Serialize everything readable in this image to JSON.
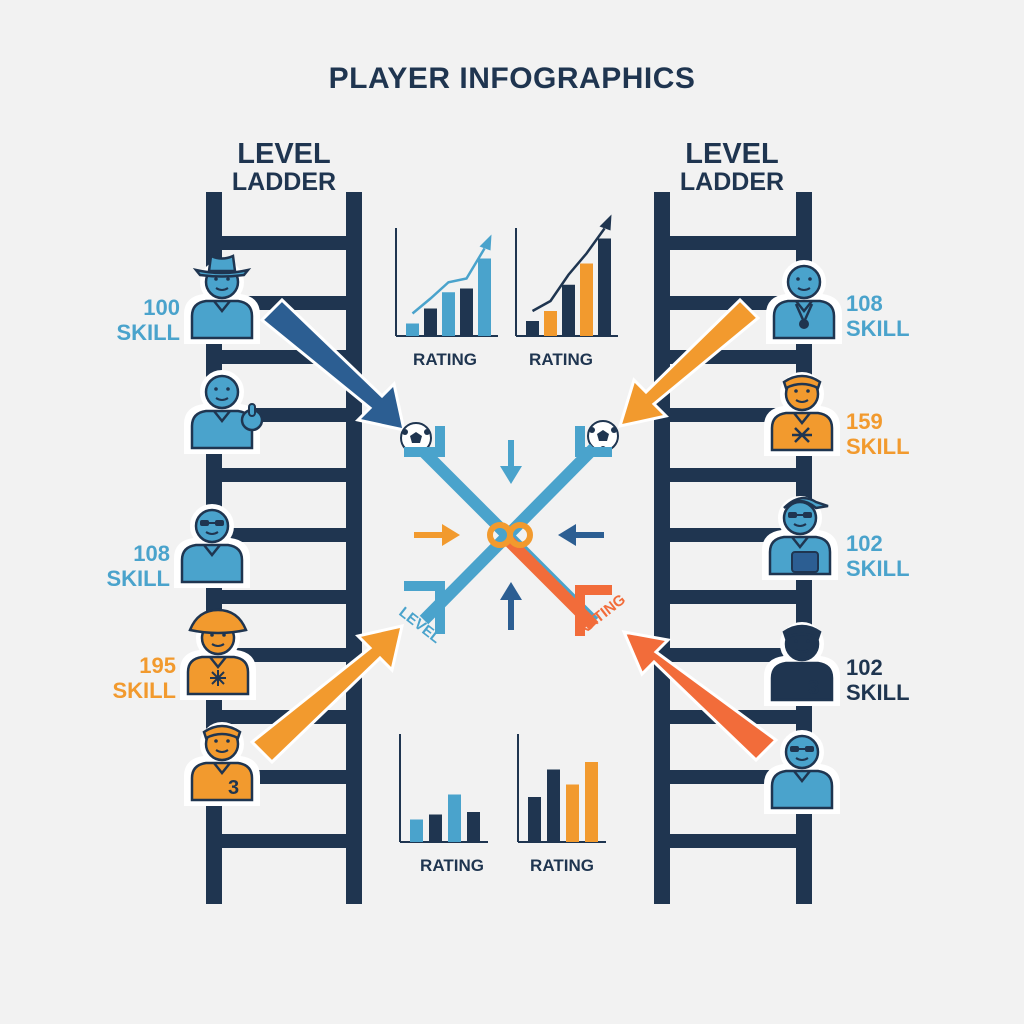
{
  "title": "PLAYER INFOGRAPHICS",
  "ladders": [
    {
      "heading_line1": "LEVEL",
      "heading_line2": "LADDER"
    },
    {
      "heading_line1": "LEVEL",
      "heading_line2": "LADDER"
    }
  ],
  "left_players": [
    {
      "skill_value": "100",
      "skill_word": "SKILL",
      "color": "#4aa3cc",
      "accessory": "cowboy-hat"
    },
    {
      "skill_value": "",
      "skill_word": "",
      "color": "#4aa3cc",
      "accessory": "thumbs-up"
    },
    {
      "skill_value": "108",
      "skill_word": "SKILL",
      "color": "#4aa3cc",
      "accessory": "glasses"
    },
    {
      "skill_value": "195",
      "skill_word": "SKILL",
      "color": "#f29a2e",
      "accessory": "bucket-hat"
    },
    {
      "skill_value": "",
      "skill_word": "",
      "color": "#f29a2e",
      "accessory": "jersey-3"
    }
  ],
  "right_players": [
    {
      "skill_value": "108",
      "skill_word": "SKILL",
      "color": "#4aa3cc",
      "accessory": "medal"
    },
    {
      "skill_value": "159",
      "skill_word": "SKILL",
      "color": "#f29a2e",
      "accessory": "star-shirt"
    },
    {
      "skill_value": "102",
      "skill_word": "SKILL",
      "color": "#4aa3cc",
      "accessory": "cap-glasses"
    },
    {
      "skill_value": "102",
      "skill_word": "SKILL",
      "color": "#1f3550",
      "accessory": "jersey-3"
    },
    {
      "skill_value": "",
      "skill_word": "",
      "color": "#4aa3cc",
      "accessory": "glasses"
    }
  ],
  "mini_charts": [
    {
      "label": "RATING",
      "values": [
        1,
        2.2,
        3.5,
        3.8,
        6.2
      ],
      "colors": [
        "#4aa3cc",
        "#1f3550",
        "#4aa3cc",
        "#1f3550",
        "#4aa3cc"
      ],
      "trend": true
    },
    {
      "label": "RATING",
      "values": [
        1.2,
        2,
        4.1,
        5.8,
        7.8
      ],
      "colors": [
        "#1f3550",
        "#f29a2e",
        "#1f3550",
        "#f29a2e",
        "#1f3550"
      ],
      "trend": true
    },
    {
      "label": "RATING",
      "values": [
        1.8,
        2.2,
        3.8,
        2.4
      ],
      "colors": [
        "#4aa3cc",
        "#1f3550",
        "#4aa3cc",
        "#1f3550"
      ],
      "trend": false
    },
    {
      "label": "RATING",
      "values": [
        3.6,
        5.8,
        4.6,
        6.4
      ],
      "colors": [
        "#1f3550",
        "#1f3550",
        "#f29a2e",
        "#f29a2e"
      ],
      "trend": false
    }
  ],
  "center": {
    "label_left": "LEVEL",
    "label_right": "RATING"
  },
  "colors": {
    "navy": "#1f3550",
    "blue": "#4aa3cc",
    "orange": "#f29a2e",
    "background": "#f2f2f2"
  }
}
